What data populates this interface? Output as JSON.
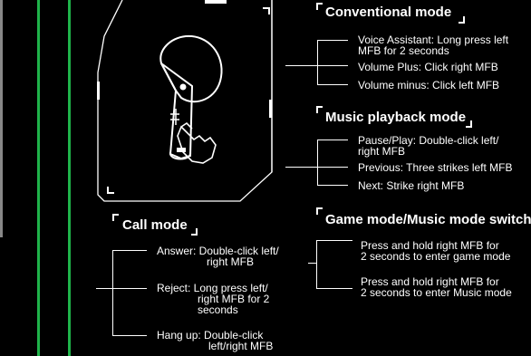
{
  "conventional": {
    "title": "Conventional mode",
    "items": [
      "Voice Assistant: Long press left",
      "MFB for 2 seconds",
      "Volume Plus: Click right MFB",
      "Volume minus: Click left MFB"
    ]
  },
  "music": {
    "title": "Music playback mode",
    "items": [
      "Pause/Play: Double-click left/",
      "right MFB",
      "Previous: Three strikes left MFB",
      "Next: Strike right MFB"
    ]
  },
  "call": {
    "title": "Call mode",
    "answer": [
      "Answer: Double-click left/",
      "right MFB"
    ],
    "reject": [
      "Reject: Long press left/",
      "right MFB for 2",
      "seconds"
    ],
    "hangup": [
      "Hang up: Double-click",
      "left/right MFB"
    ]
  },
  "game": {
    "title": "Game mode/Music mode switch",
    "items": [
      "Press and hold right MFB for",
      "2 seconds to enter game mode",
      "Press and hold right MFB for",
      "2 seconds to enter Music mode"
    ]
  },
  "colors": {
    "accent_green": "#1fb34a",
    "background": "#000000",
    "text": "#ffffff"
  },
  "icons": [
    "earbud-icon",
    "pointing-hand-icon"
  ]
}
